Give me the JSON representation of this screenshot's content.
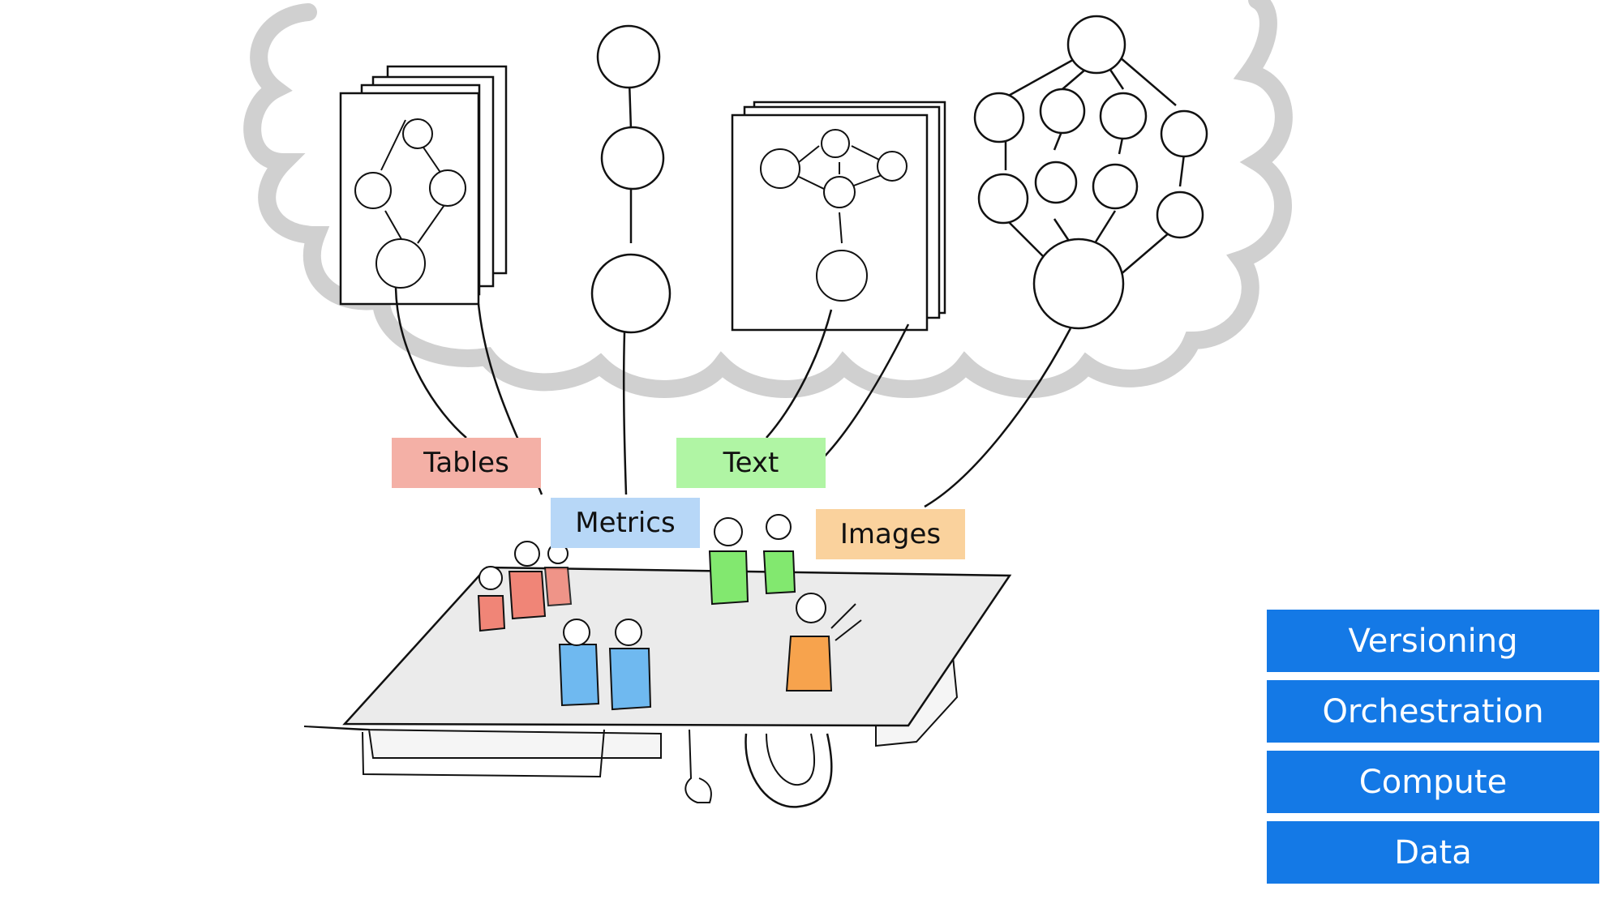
{
  "labels": {
    "tables": "Tables",
    "metrics": "Metrics",
    "text": "Text",
    "images": "Images"
  },
  "stack": [
    "Versioning",
    "Orchestration",
    "Compute",
    "Data"
  ],
  "colors": {
    "tables": "#f4b0a6",
    "metrics": "#b7d7f7",
    "text": "#b0f5a4",
    "images": "#fad29d",
    "stack": "#1479e6",
    "cloud": "#d0d0d0",
    "platform": "#ebebeb",
    "people_red": "#f08577",
    "people_blue": "#6fb9f0",
    "people_green": "#82e86f",
    "people_orange": "#f7a34d"
  }
}
